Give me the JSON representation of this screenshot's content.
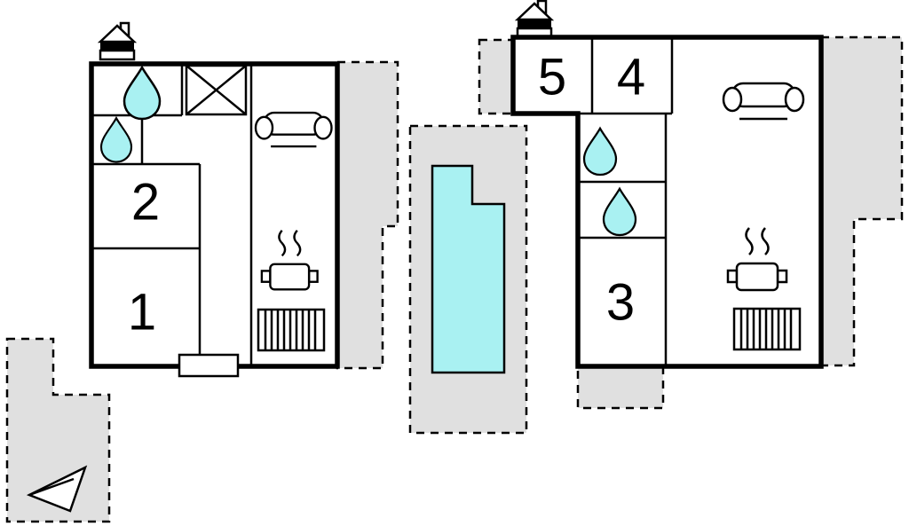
{
  "title": "holiday-home-floor-plan",
  "rooms": {
    "r1": "1",
    "r2": "2",
    "r3": "3",
    "r4": "4",
    "r5": "5"
  },
  "units": [
    {
      "id": "unit-a",
      "rooms": [
        "1",
        "2"
      ],
      "features": [
        "chimney",
        "bathroom-drop-large",
        "bathroom-drop-small",
        "wardrobe-x",
        "sofa",
        "stove",
        "radiator",
        "entrance-step"
      ]
    },
    {
      "id": "unit-b",
      "rooms": [
        "3",
        "4",
        "5"
      ],
      "features": [
        "chimney",
        "bathroom-drop-upper",
        "bathroom-drop-lower",
        "sofa",
        "stove",
        "radiator"
      ]
    }
  ],
  "outdoor": {
    "areas": [
      "terrace-left-of-unit-a-east",
      "pool-terrace",
      "terrace-unit-b-west",
      "terrace-unit-b-east",
      "terrace-unit-b-south",
      "terrace-southwest"
    ],
    "pool": "swimming-pool",
    "compass": "north-arrow"
  },
  "colors": {
    "water": "#a9f1f2",
    "terrace": "#e0e0e0",
    "wall": "#000000",
    "paper": "#ffffff"
  },
  "icons": {
    "chimney": "chimney-icon",
    "water_drop": "water-drop-icon",
    "sofa": "sofa-icon",
    "stove": "stove-icon",
    "radiator": "radiator-icon",
    "wardrobe": "wardrobe-x-icon",
    "north_arrow": "north-arrow-icon"
  }
}
